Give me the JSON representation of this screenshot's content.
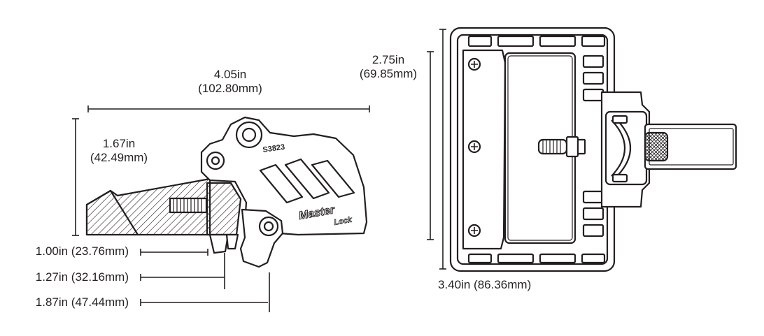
{
  "dimensions": {
    "side_length_in": "4.05in",
    "side_length_mm": "(102.80mm)",
    "side_height_in": "1.67in",
    "side_height_mm": "(42.49mm)",
    "front_height_in": "2.75in",
    "front_height_mm": "(69.85mm)",
    "front_width": "3.40in (86.36mm)",
    "clamp_min": "1.00in (23.76mm)",
    "clamp_mid": "1.27in (32.16mm)",
    "clamp_max": "1.87in (47.44mm)"
  },
  "product": {
    "model_number": "S3823",
    "brand_line1": "Master",
    "brand_line2": "Lock"
  },
  "colors": {
    "ink": "#231f20",
    "paper": "#ffffff",
    "fill_light": "#f2f2f2"
  }
}
